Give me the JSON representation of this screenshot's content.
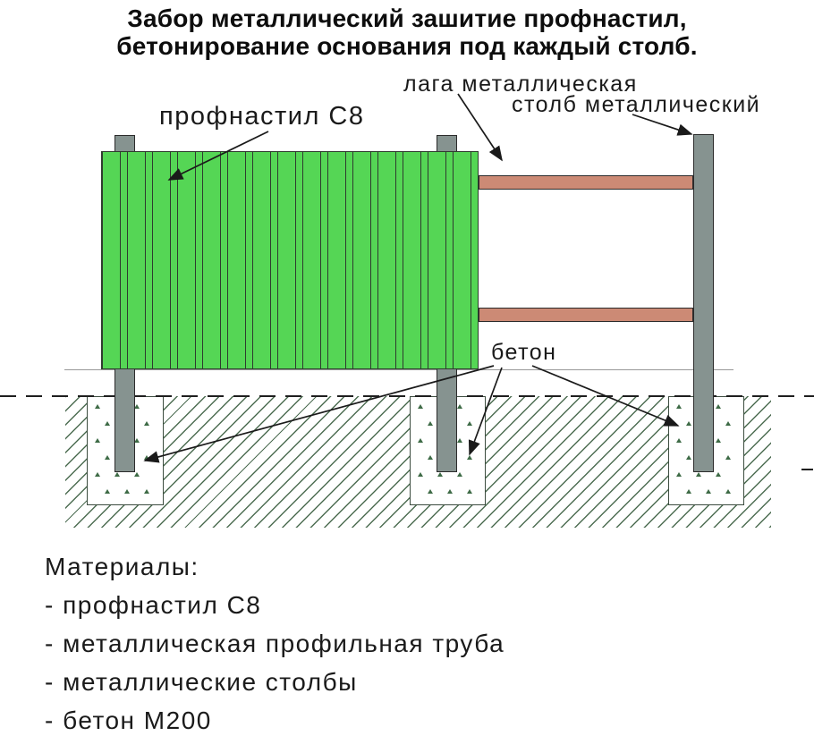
{
  "title": {
    "line1": "Забор металлический зашитие профнастил,",
    "line2": "бетонирование основания под каждый столб."
  },
  "diagram": {
    "label_profnastil": "профнастил С8",
    "label_laga": "лага металлическая",
    "label_stolb": "столб металлический",
    "label_beton": "бетон"
  },
  "materials": {
    "heading": "Материалы:",
    "items": [
      "- профнастил С8",
      "- металлическая профильная труба",
      "- металлические столбы",
      "- бетон М200"
    ]
  },
  "colors": {
    "panel_green": "#55d655",
    "panel_line": "#2f3b2f",
    "post_gray": "#869390",
    "rail_salmon": "#cc8a75",
    "outline": "#2b2b2b",
    "hatch_line": "#4d6d52",
    "triangle_green": "#3e6b46",
    "foundation_border": "#3d4d40",
    "ground_line": "#999999",
    "dash": "#1f1f1f",
    "text": "#1a1a1a"
  }
}
